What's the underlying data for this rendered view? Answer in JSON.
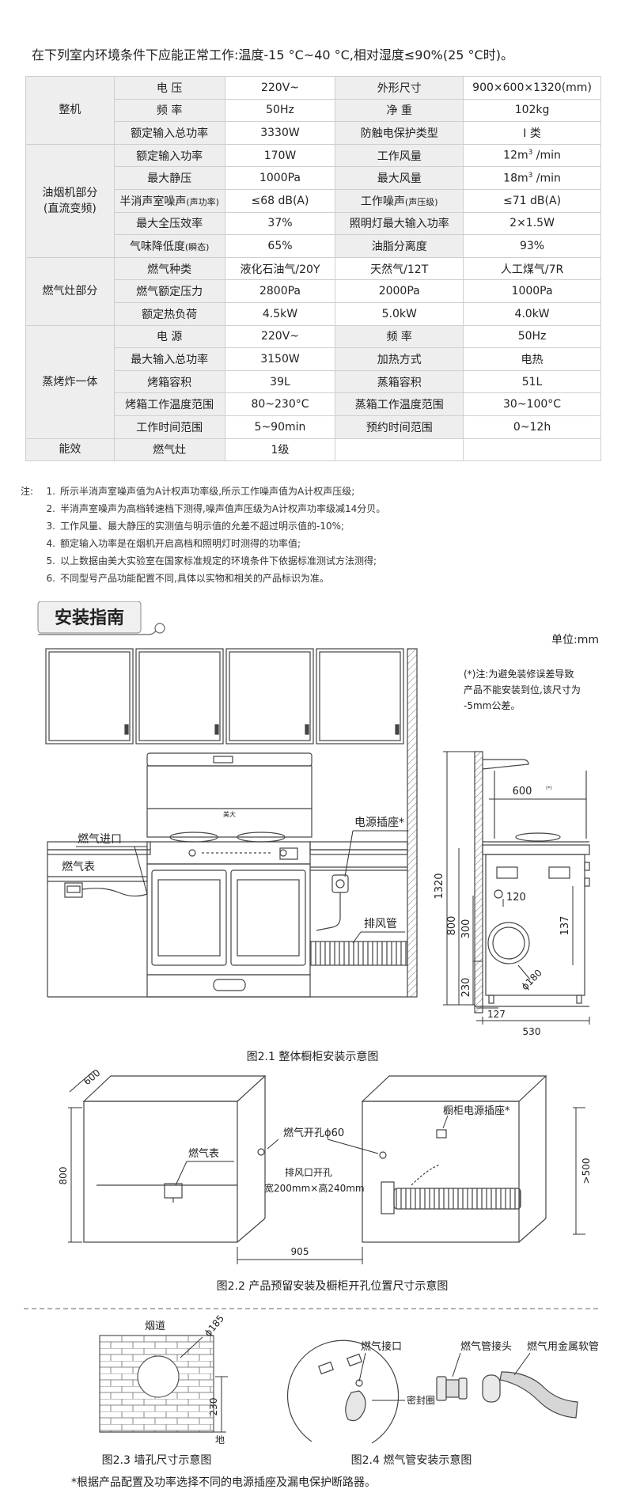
{
  "intro": "在下列室内环境条件下应能正常工作:温度-15 °C~40 °C,相对湿度≤90%(25 °C时)。",
  "specs": {
    "machine": {
      "section": "整机",
      "rows": [
        [
          "电 压",
          "220V~",
          "外形尺寸",
          "900×600×1320(mm)"
        ],
        [
          "频 率",
          "50Hz",
          "净 重",
          "102kg"
        ],
        [
          "额定输入总功率",
          "3330W",
          "防触电保护类型",
          "I 类"
        ]
      ]
    },
    "hood": {
      "section_line1": "油烟机部分",
      "section_line2": "(直流变频)",
      "r1": [
        "额定输入功率",
        "170W",
        "工作风量",
        "12m",
        "3",
        " /min"
      ],
      "r2": [
        "最大静压",
        "1000Pa",
        "最大风量",
        "18m",
        "3",
        " /min"
      ],
      "r3": [
        "半消声室噪声",
        "(声功率)",
        "≤68 dB(A)",
        "工作噪声",
        "(声压级)",
        "≤71 dB(A)"
      ],
      "r4": [
        "最大全压效率",
        "37%",
        "照明灯最大输入功率",
        "2×1.5W"
      ],
      "r5": [
        "气味降低度",
        "(瞬态)",
        "65%",
        "油脂分离度",
        "93%"
      ]
    },
    "stove": {
      "section": "燃气灶部分",
      "rows": [
        [
          "燃气种类",
          "液化石油气/20Y",
          "天然气/12T",
          "人工煤气/7R"
        ],
        [
          "燃气额定压力",
          "2800Pa",
          "2000Pa",
          "1000Pa"
        ],
        [
          "额定热负荷",
          "4.5kW",
          "5.0kW",
          "4.0kW"
        ]
      ]
    },
    "oven": {
      "section": "蒸烤炸一体",
      "rows": [
        [
          "电 源",
          "220V~",
          "频 率",
          "50Hz"
        ],
        [
          "最大输入总功率",
          "3150W",
          "加热方式",
          "电热"
        ],
        [
          "烤箱容积",
          "39L",
          "蒸箱容积",
          "51L"
        ],
        [
          "烤箱工作温度范围",
          "80~230°C",
          "蒸箱工作温度范围",
          "30~100°C"
        ],
        [
          "工作时间范围",
          "5~90min",
          "预约时间范围",
          "0~12h"
        ]
      ]
    },
    "efficiency": {
      "section": "能效",
      "row": [
        "燃气灶",
        "1级"
      ]
    }
  },
  "notes": {
    "prefix": "注:",
    "items": [
      [
        "1.",
        "所示半消声室噪声值为A计权声功率级,所示工作噪声值为A计权声压级;"
      ],
      [
        "2.",
        "半消声室噪声为高档转速档下测得,噪声值声压级为A计权声功率级减14分贝。"
      ],
      [
        "3.",
        "工作风量、最大静压的实测值与明示值的允差不超过明示值的-10%;"
      ],
      [
        "4.",
        "额定输入功率是在烟机开启高档和照明灯时测得的功率值;"
      ],
      [
        "5.",
        "以上数据由美大实验室在国家标准规定的环境条件下依据标准测试方法测得;"
      ],
      [
        "6.",
        "不同型号产品功能配置不同,具体以实物和相关的产品标识为准。"
      ]
    ]
  },
  "guide": {
    "title": "安装指南",
    "unit": "单位:mm",
    "tolerance_note": [
      "(*)注:为避免装修误差导致",
      "产品不能安装到位,该尺寸为",
      "-5mm公差。"
    ],
    "fig1": {
      "caption": "图2.1 整体橱柜安装示意图",
      "gas_inlet": "燃气进口",
      "gas_meter": "燃气表",
      "power_socket": "电源插座*",
      "exhaust_pipe": "排风管",
      "brand": "美大",
      "dims": {
        "d600": "600",
        "star": "(*)",
        "d1320": "1320",
        "d800": "800",
        "d300": "300",
        "d230": "230",
        "d120": "120",
        "d137": "137",
        "d180": "ϕ180",
        "d127": "127",
        "d530": "530"
      }
    },
    "fig2": {
      "caption": "图2.2 产品预留安装及橱柜开孔位置尺寸示意图",
      "d600": "600",
      "d800": "800",
      "d905": "905",
      "d500": ">500",
      "gas_hole": "燃气开孔ϕ60",
      "gas_meter": "燃气表",
      "exhaust_hole_1": "排风口开孔",
      "exhaust_hole_2": "宽200mm×高240mm",
      "cabinet_socket": "橱柜电源插座*"
    },
    "fig3": {
      "caption": "图2.3 墙孔尺寸示意图",
      "flue": "烟道",
      "d185": "ϕ185",
      "d230": "230",
      "floor": "地"
    },
    "fig4": {
      "caption": "图2.4 燃气管安装示意图",
      "gas_port": "燃气接口",
      "seal_ring": "密封圈",
      "pipe_joint": "燃气管接头",
      "metal_hose": "燃气用金属软管"
    },
    "footnote": "*根据产品配置及功率选择不同的电源插座及漏电保护断路器。"
  },
  "colors": {
    "table_header_bg": "#eeeeee",
    "table_border": "#cfcfcf",
    "line": "#444444"
  }
}
